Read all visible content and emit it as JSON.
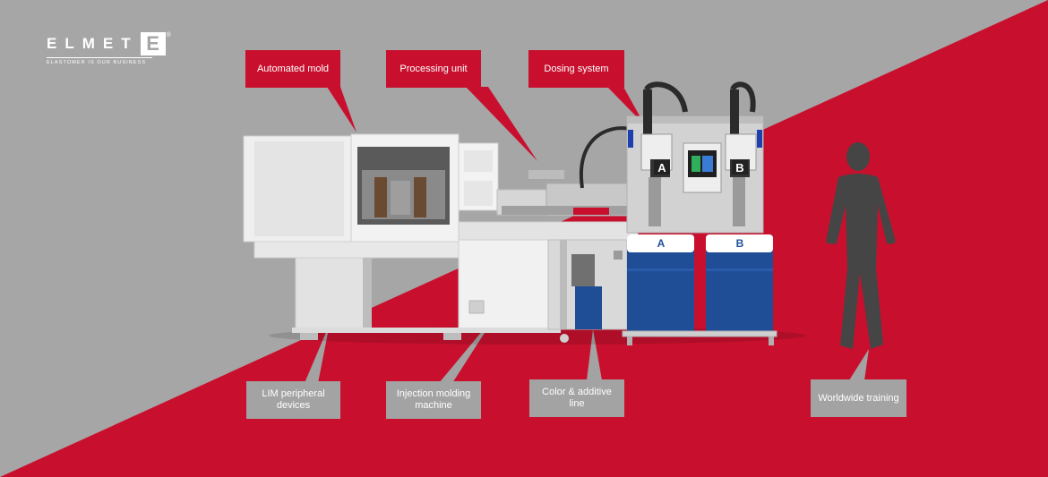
{
  "brand": {
    "name": "ELMET",
    "mark": "E",
    "tagline": "ELASTOMER IS OUR BUSINESS",
    "registered": "®"
  },
  "callouts": {
    "automated_mold": "Automated mold",
    "processing_unit": "Processing unit",
    "dosing_system": "Dosing system",
    "lim_peripheral": "LIM peripheral devices",
    "injection_machine": "Injection molding machine",
    "color_additive": "Color & additive line",
    "worldwide_training": "Worldwide training"
  },
  "dosing_labels": {
    "drum_a": "A",
    "drum_b": "B"
  },
  "colors": {
    "brand_red": "#c8102e",
    "background_grey": "#a6a6a6",
    "callout_grey": "#a3a3a3",
    "drum_blue": "#1f4e96"
  }
}
